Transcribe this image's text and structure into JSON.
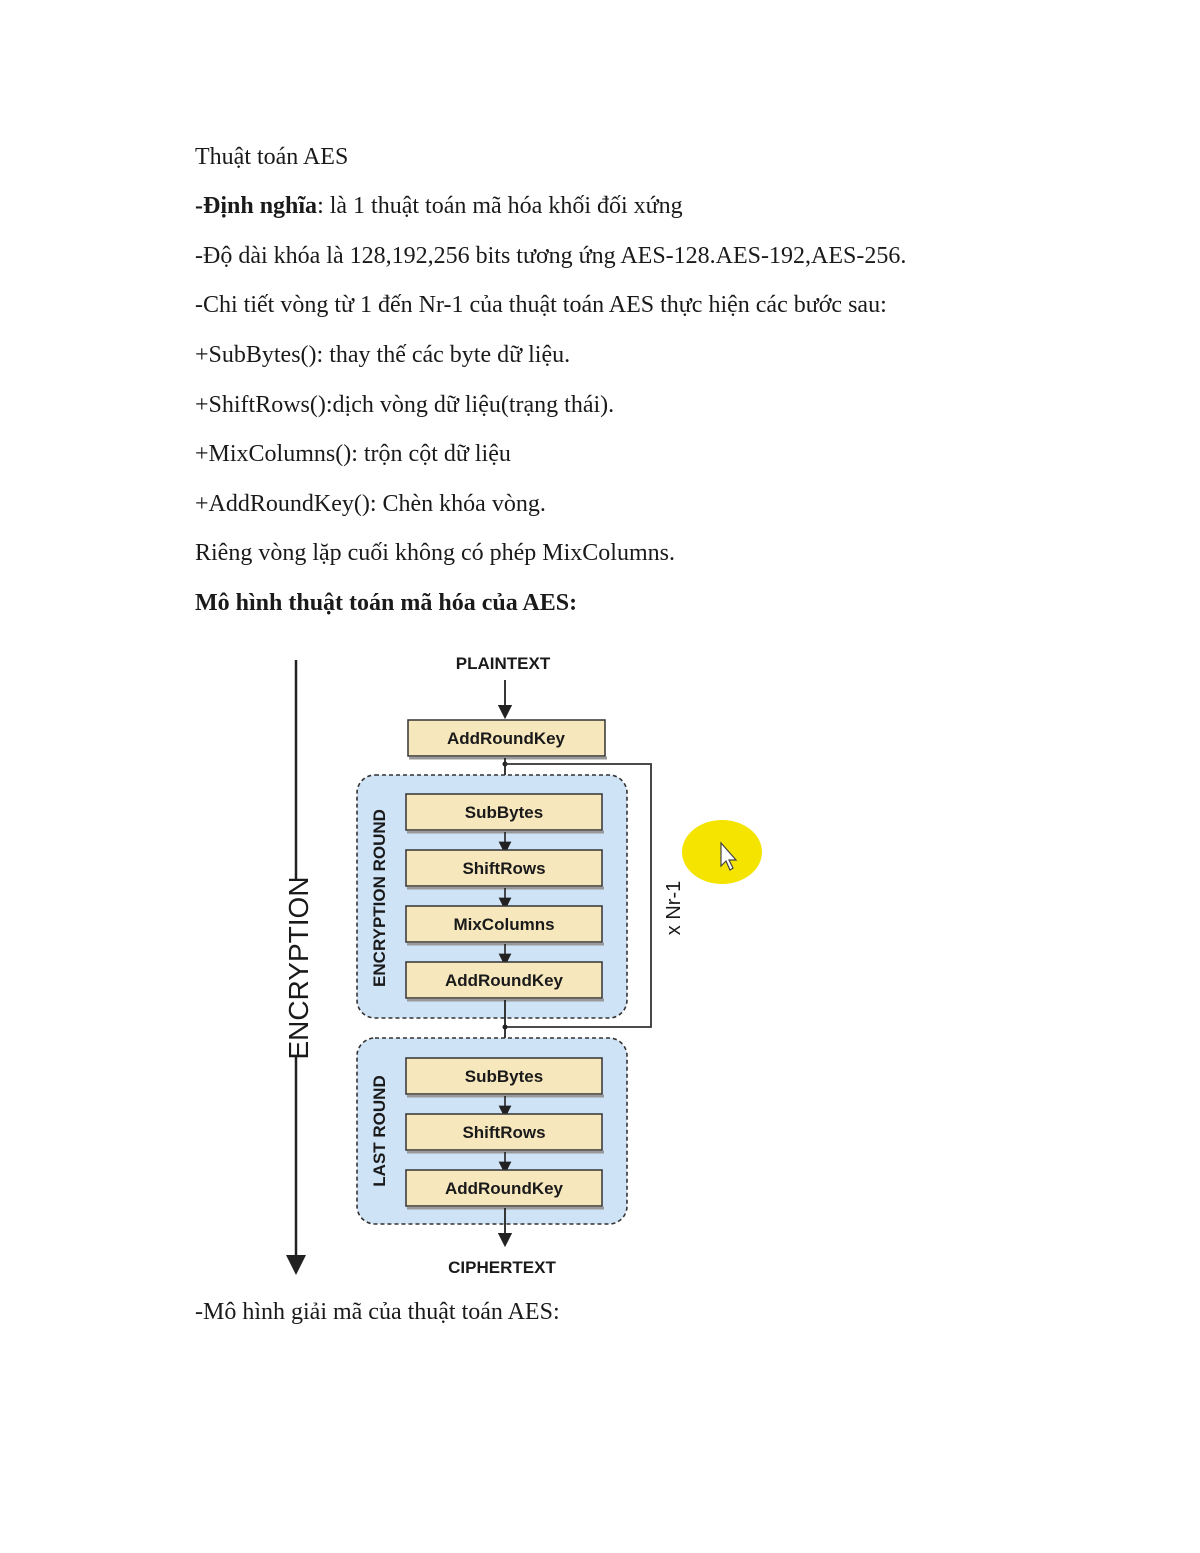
{
  "doc": {
    "title": "Thuật toán AES",
    "definition": {
      "prefix": "-",
      "term": "Định nghĩa",
      "rest": ": là 1 thuật toán mã hóa khối đối xứng"
    },
    "key_length": "-Độ dài khóa là 128,192,256 bits tương ứng AES-128.AES-192,AES-256.",
    "round_detail": "-Chi tiết vòng từ 1 đến Nr-1 của thuật toán AES thực hiện các bước sau:",
    "steps": [
      "+SubBytes(): thay thế các byte dữ liệu.",
      "+ShiftRows():dịch vòng dữ liệu(trạng thái).",
      "+MixColumns(): trộn cột dữ liệu",
      "+AddRoundKey(): Chèn khóa vòng."
    ],
    "last_round_note": "Riêng vòng lặp cuối không có phép MixColumns.",
    "enc_heading": "Mô hình thuật toán mã hóa của AES:",
    "dec_heading": "-Mô hình giải mã của thuật toán AES:"
  },
  "diagram": {
    "plaintext": "PLAINTEXT",
    "ciphertext": "CIPHERTEXT",
    "encryption_label": "ENCRYPTION",
    "initial_step": "AddRoundKey",
    "round_label": "ENCRYPTION ROUND",
    "round_steps": [
      "SubBytes",
      "ShiftRows",
      "MixColumns",
      "AddRoundKey"
    ],
    "repeat_label": "x Nr-1",
    "last_label": "LAST ROUND",
    "last_steps": [
      "SubBytes",
      "ShiftRows",
      "AddRoundKey"
    ],
    "colors": {
      "box_fill": "#f6e7bd",
      "round_fill": "#cfe3f7",
      "cursor_highlight": "#f5e400"
    }
  }
}
